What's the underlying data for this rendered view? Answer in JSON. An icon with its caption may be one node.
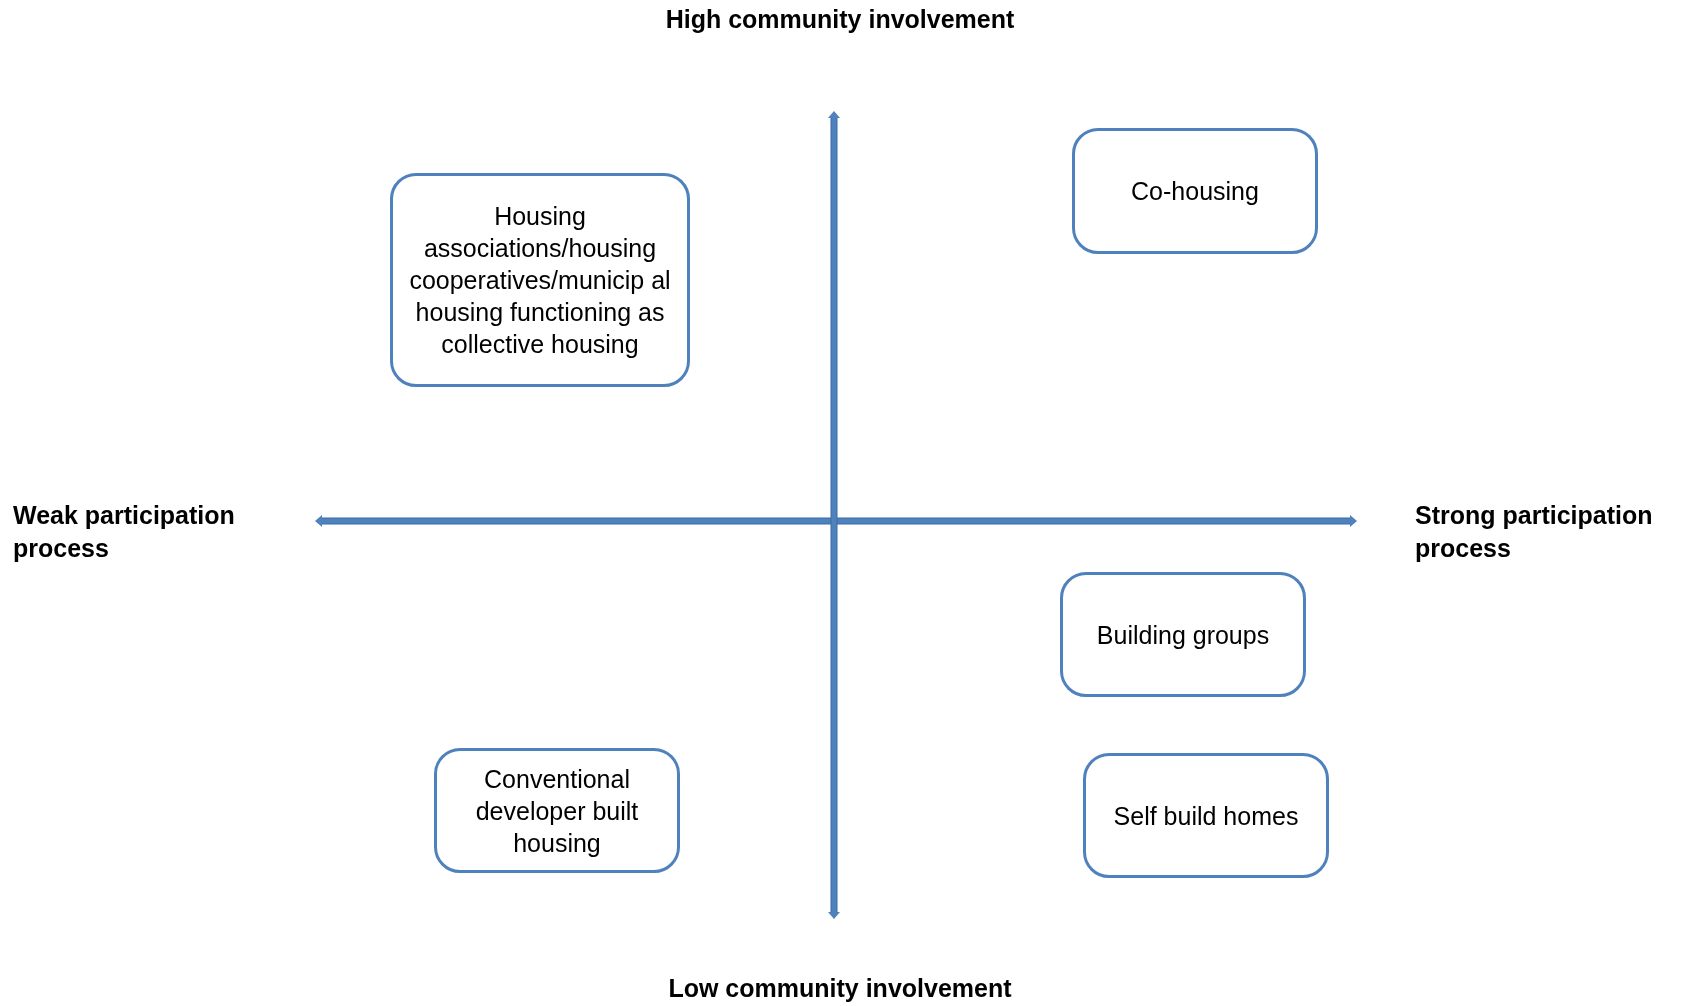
{
  "diagram": {
    "nodes": [
      {
        "text": [
          "Co-housing"
        ]
      },
      {
        "text": [
          "Housing associations/housing cooperatives/municip al housing functioning as collective housing"
        ]
      },
      {
        "text": [
          "Building groups"
        ]
      },
      {
        "text": [
          "Conventional developer built housing"
        ]
      },
      {
        "text": [
          "Self build homes"
        ]
      }
    ],
    "labels": [
      "High community involvement",
      "Weak participation process",
      "Strong participation process",
      "Low community involvement"
    ]
  }
}
